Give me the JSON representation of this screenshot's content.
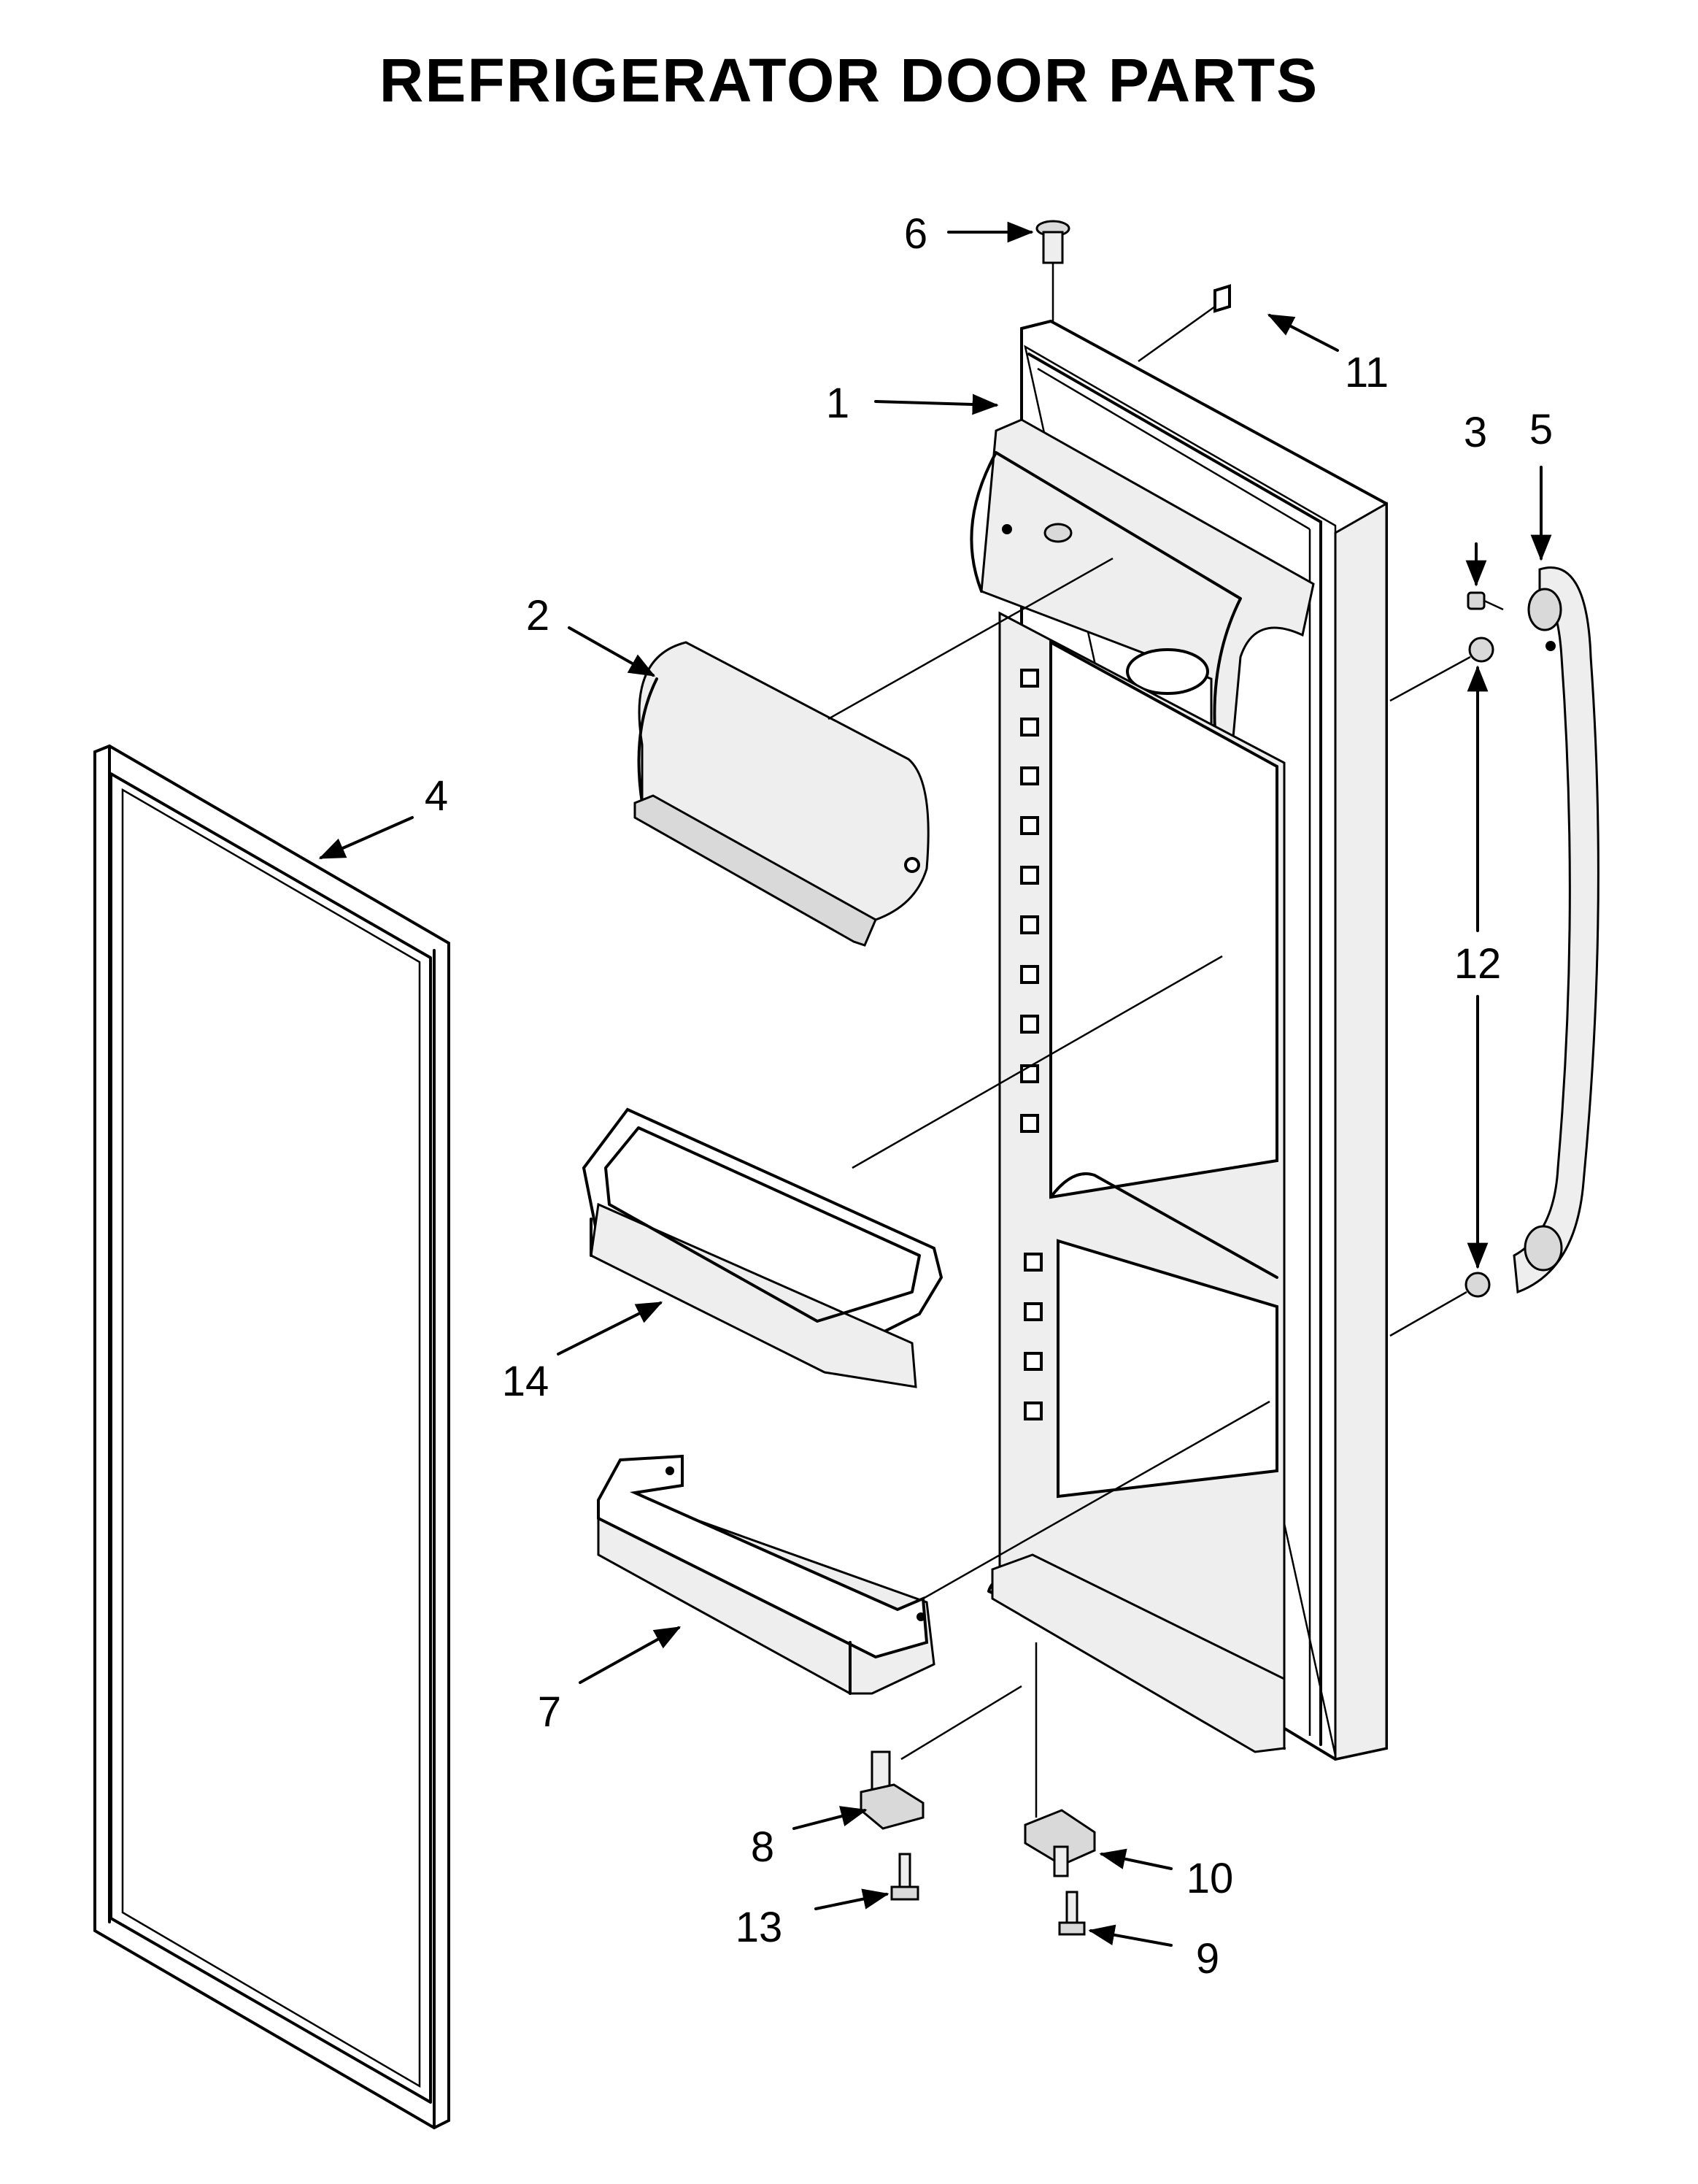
{
  "title": "REFRIGERATOR DOOR PARTS",
  "callouts": {
    "c1": "1",
    "c2": "2",
    "c3": "3",
    "c4": "4",
    "c5": "5",
    "c6": "6",
    "c7": "7",
    "c8": "8",
    "c9": "9",
    "c10": "10",
    "c11": "11",
    "c12": "12",
    "c13": "13",
    "c14": "14"
  }
}
